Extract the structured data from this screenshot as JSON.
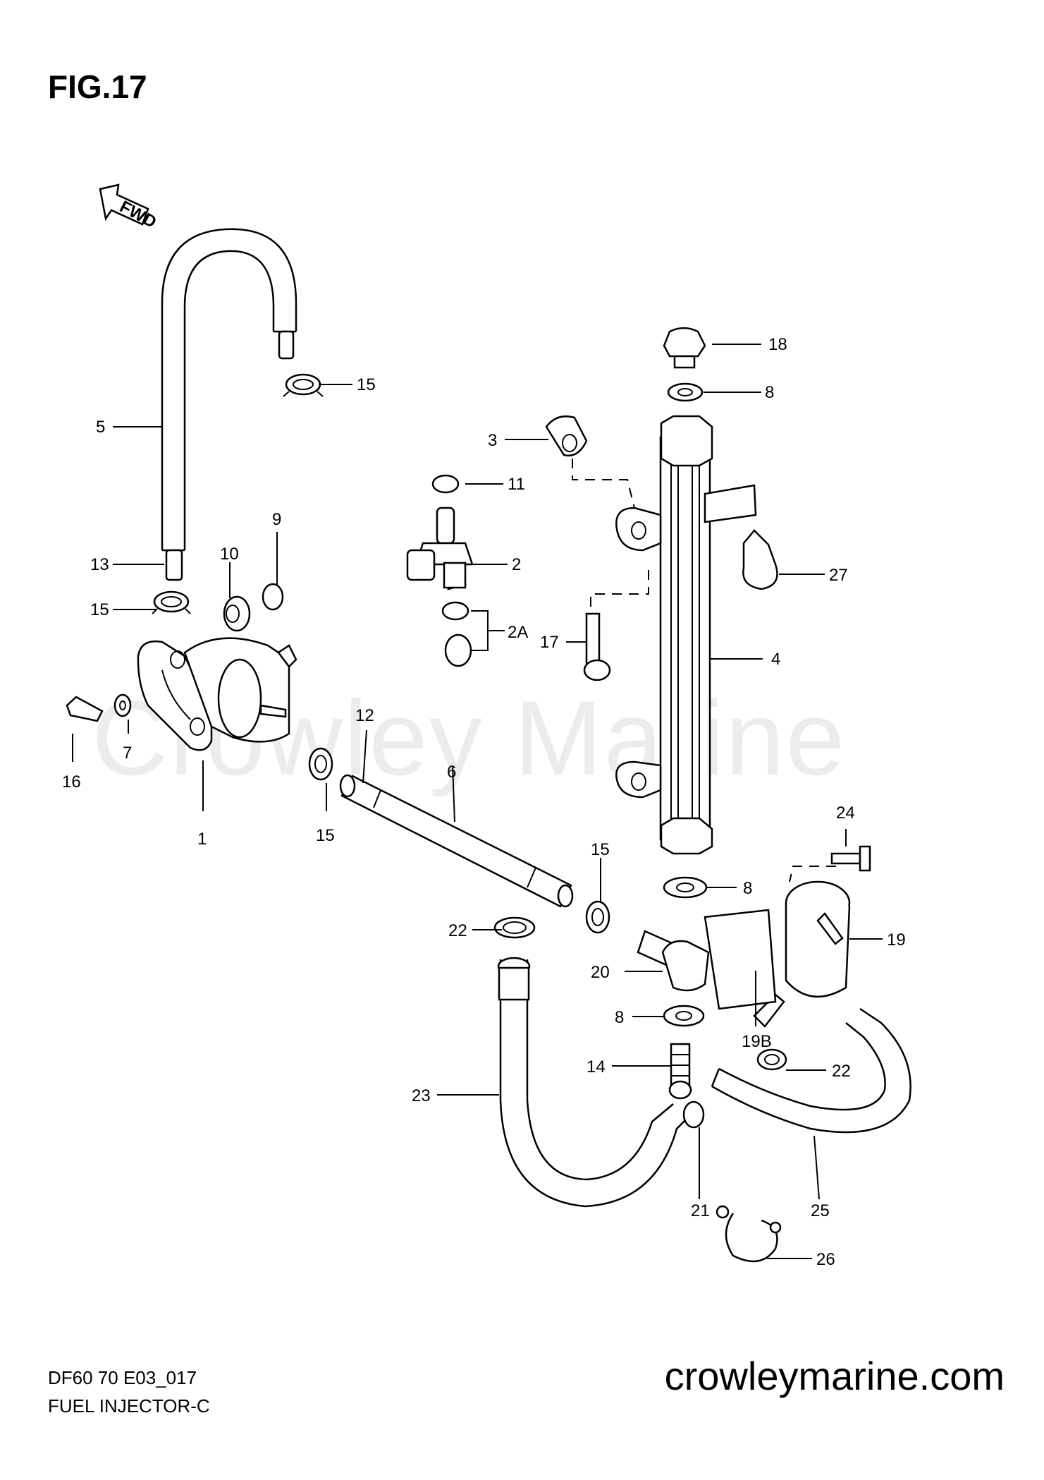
{
  "figure_title": "FIG.17",
  "watermark": "Crowley Marine",
  "footer": {
    "code": "DF60 70 E03_017",
    "name": "FUEL INJECTOR-C",
    "website": "crowleymarine.com"
  },
  "fwd_label": "FWD",
  "callouts": {
    "p1": "1",
    "p2": "2",
    "p2a": "2A",
    "p3": "3",
    "p4": "4",
    "p5": "5",
    "p6": "6",
    "p7": "7",
    "p8a": "8",
    "p8b": "8",
    "p8c": "8",
    "p9": "9",
    "p10": "10",
    "p11": "11",
    "p12": "12",
    "p13": "13",
    "p14": "14",
    "p15a": "15",
    "p15b": "15",
    "p15c": "15",
    "p15d": "15",
    "p16": "16",
    "p17": "17",
    "p18": "18",
    "p19": "19",
    "p19b": "19B",
    "p20": "20",
    "p21": "21",
    "p22a": "22",
    "p22b": "22",
    "p23": "23",
    "p24": "24",
    "p25": "25",
    "p26": "26",
    "p27": "27"
  }
}
